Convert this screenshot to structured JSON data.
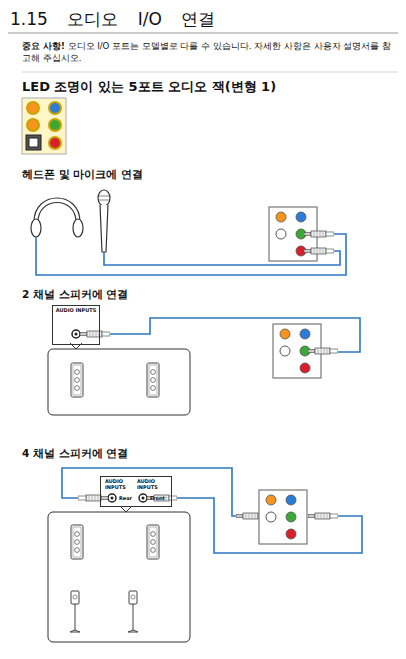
{
  "diagram": {
    "title": "1.15 오디오 I/O 연결",
    "nodes": [
      {
        "text": [
          "AUDIO INPUTS"
        ]
      },
      {
        "text": [
          "AUDIO INPUTS",
          "Rear",
          "AUDIO INPUTS",
          "Front"
        ]
      }
    ],
    "labels": [
      "중요 사항!",
      "오디오 I/O 포트는 모델별로 다를 수 있습니다. 자세한 사항은 사용자 설명서를 참고해 주십시오.",
      "LED 조명이 있는 5포트 오디오 잭(변형 1)",
      "헤드폰 및 마이크에 연결",
      "2 채널 스피커에 연결",
      "4 채널 스피커에 연결"
    ]
  }
}
